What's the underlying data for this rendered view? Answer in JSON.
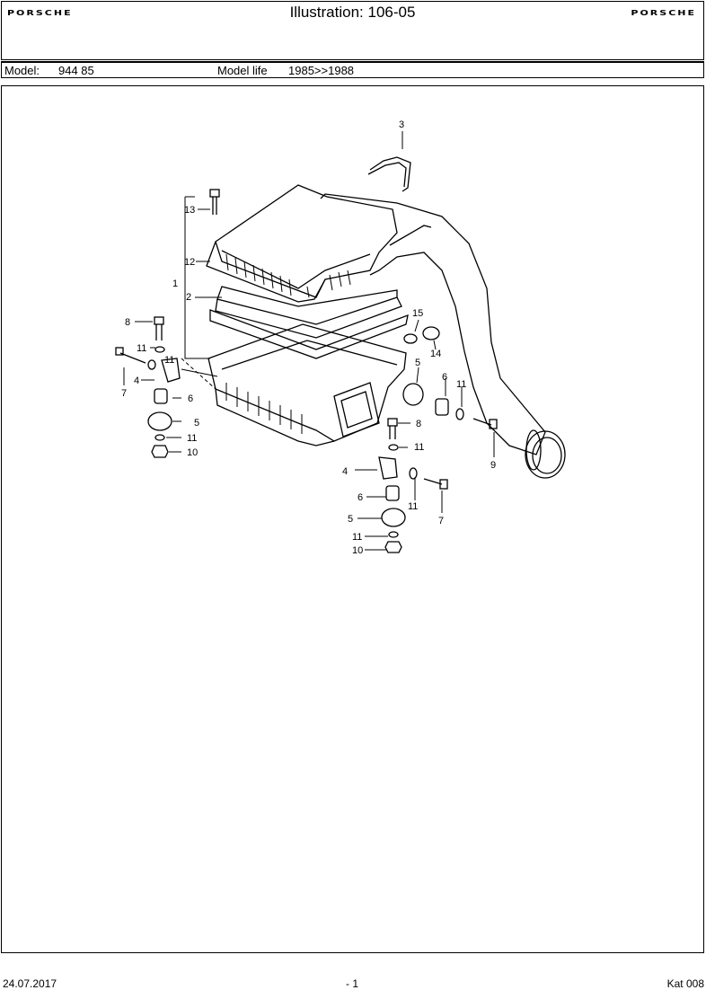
{
  "header": {
    "brand_left": "PORSCHE",
    "title": "Illustration: 106-05",
    "brand_right": "PORSCHE"
  },
  "model_bar": {
    "model_label": "Model:",
    "model_value": "944 85",
    "life_label": "Model life",
    "life_value": "1985>>1988"
  },
  "callouts": [
    "1",
    "2",
    "3",
    "4",
    "5",
    "6",
    "7",
    "8",
    "9",
    "10",
    "11",
    "12",
    "13",
    "14",
    "15"
  ],
  "footer": {
    "date": "24.07.2017",
    "page": "- 1",
    "catalog": "Kat 008"
  }
}
